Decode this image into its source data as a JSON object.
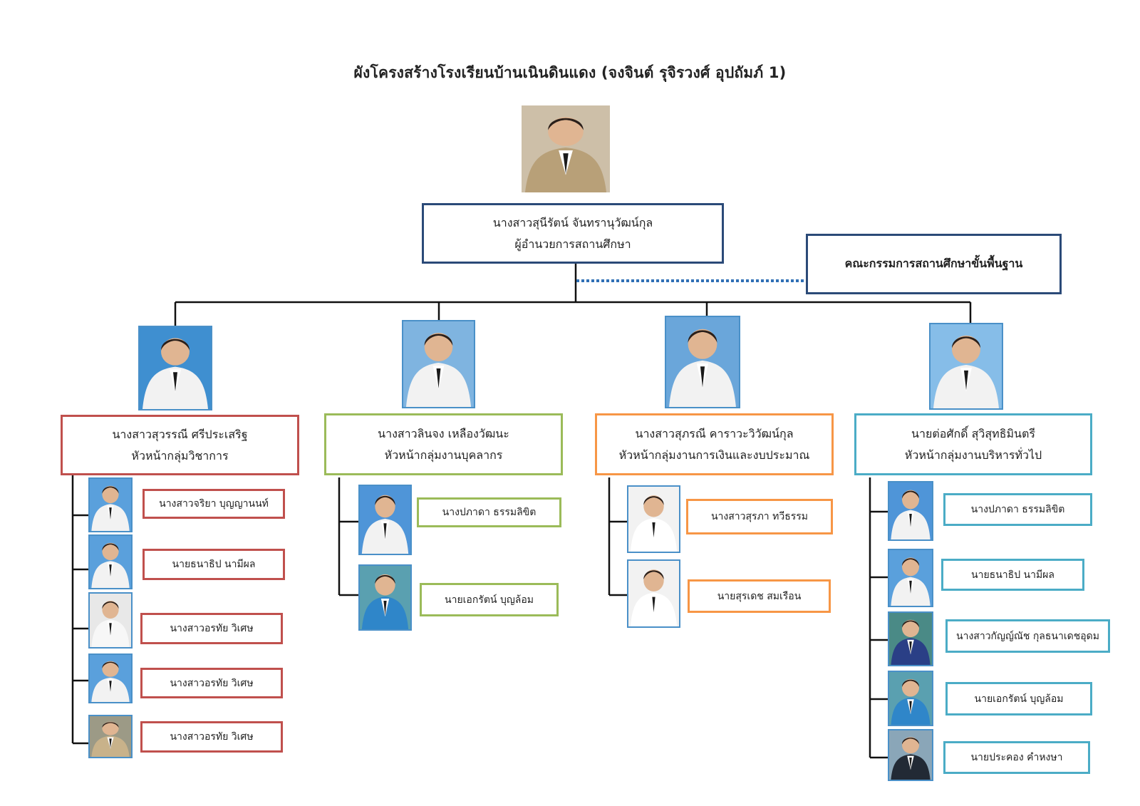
{
  "title": "ผังโครงสร้างโรงเรียนบ้านเนินดินแดง (จงจินต์ รุจิรวงศ์ อุปถัมภ์ 1)",
  "director": {
    "name": "นางสาวสุนีรัตน์  จันทรานุวัฒน์กุล",
    "role": "ผู้อำนวยการสถานศึกษา"
  },
  "committee": {
    "label": "คณะกรรมการสถานศึกษาขั้นพื้นฐาน"
  },
  "colors": {
    "director": "#2b4a78",
    "academic": "#c0504d",
    "personnel": "#9bbb59",
    "budget": "#f79646",
    "general": "#4bacc6",
    "dotted_link": "#2f6fb5"
  },
  "groups": [
    {
      "id": "academic",
      "head_name": "นางสาวสุวรรณี  ศรีประเสริฐ",
      "head_role": "หัวหน้ากลุ่มวิชาการ",
      "members": [
        "นางสาวจริยา  บุญญานนท์",
        "นายธนาธิป  นามีผล",
        "นางสาวอรทัย วิเศษ",
        "นางสาวอรทัย วิเศษ",
        "นางสาวอรทัย วิเศษ"
      ]
    },
    {
      "id": "personnel",
      "head_name": "นางสาวลินจง เหลืองวัฒนะ",
      "head_role": "หัวหน้ากลุ่มงานบุคลากร",
      "members": [
        "นางปภาดา  ธรรมลิขิต",
        "นายเอกรัตน์  บุญล้อม"
      ]
    },
    {
      "id": "budget",
      "head_name": "นางสาวสุภรณี  คาราวะวิวัฒน์กุล",
      "head_role": "หัวหน้ากลุ่มงานการเงินและงบประมาณ",
      "members": [
        "นางสาวสุรภา  ทวีธรรม",
        "นายสุรเดช สมเรือน"
      ]
    },
    {
      "id": "general",
      "head_name": "นายต่อศักดิ์  สุวิสุทธิมินตรี",
      "head_role": "หัวหน้ากลุ่มงานบริหารทั่วไป",
      "members": [
        "นางปภาดา  ธรรมลิขิต",
        "นายธนาธิป  นามีผล",
        "นางสาวกัญญ์ณัช กุลธนาเดชอุดม",
        "นายเอกรัตน์  บุญล้อม",
        "นายประคอง คำหงษา"
      ]
    }
  ]
}
